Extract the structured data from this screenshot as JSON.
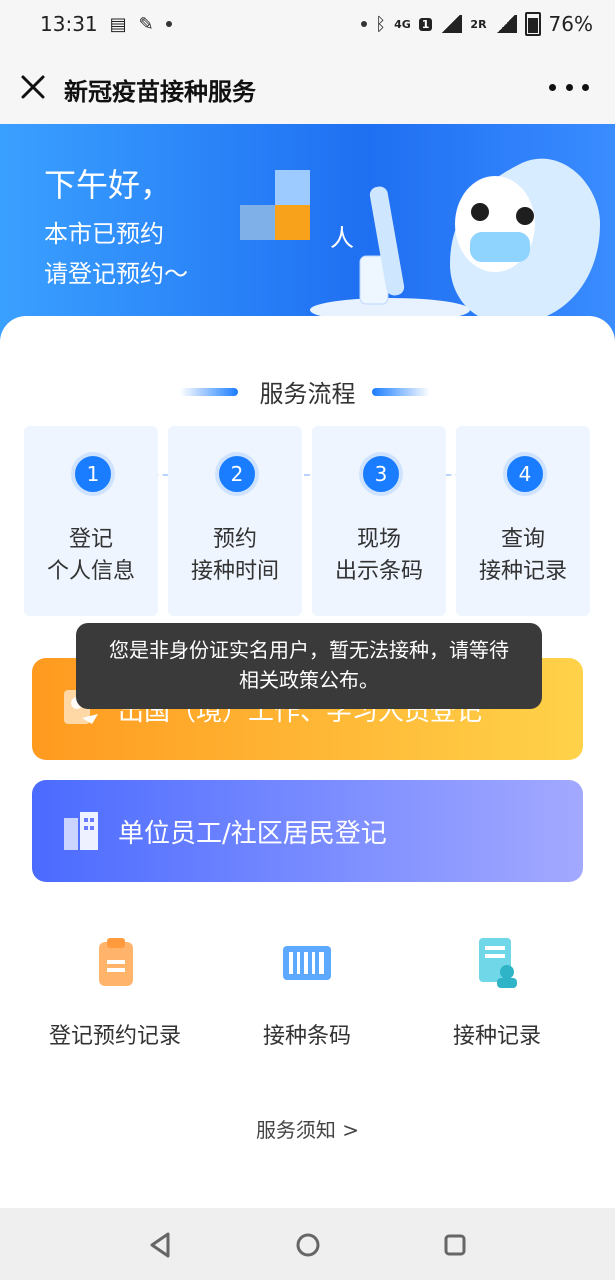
{
  "status": {
    "time": "13:31",
    "net": "4G",
    "sim1": "1",
    "sim2": "2R",
    "battery": "76%"
  },
  "title": "新冠疫苗接种服务",
  "banner": {
    "greeting": "下午好，",
    "line1": "本市已预约",
    "line2": "请登记预约～",
    "unit": "人"
  },
  "section_title": "服务流程",
  "steps": [
    {
      "num": "1",
      "line1": "登记",
      "line2": "个人信息"
    },
    {
      "num": "2",
      "line1": "预约",
      "line2": "接种时间"
    },
    {
      "num": "3",
      "line1": "现场",
      "line2": "出示条码"
    },
    {
      "num": "4",
      "line1": "查询",
      "line2": "接种记录"
    }
  ],
  "buttons": {
    "overseas": "出国（境）工作、学习人员登记",
    "unit": "单位员工/社区居民登记"
  },
  "quick": [
    {
      "label": "登记预约记录",
      "icon": "clipboard-icon"
    },
    {
      "label": "接种条码",
      "icon": "barcode-icon"
    },
    {
      "label": "接种记录",
      "icon": "document-user-icon"
    }
  ],
  "notice": "服务须知 >",
  "toast": {
    "line1": "您是非身份证实名用户，暂无法接种，请等待",
    "line2": "相关政策公布。"
  },
  "colors": {
    "accent": "#1a7dff",
    "orange": "#ff9a1f",
    "blue": "#4b6bff"
  }
}
